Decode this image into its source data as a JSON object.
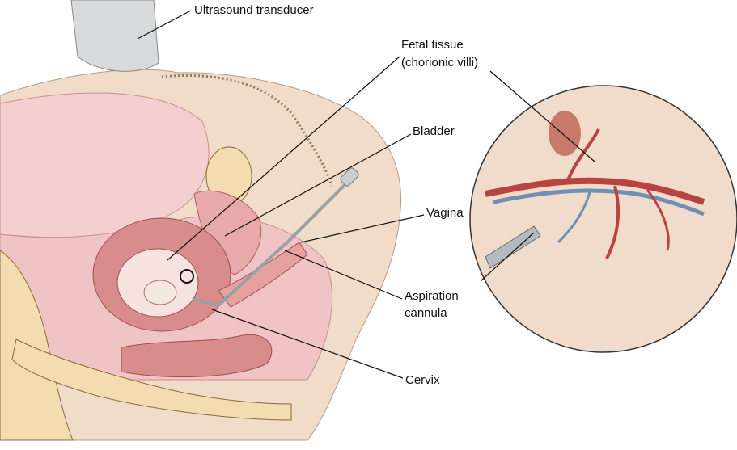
{
  "labels": {
    "ultrasound": "Ultrasound transducer",
    "fetal_tissue_1": "Fetal tissue",
    "fetal_tissue_2": "(chorionic villi)",
    "bladder": "Bladder",
    "vagina": "Vagina",
    "aspiration_1": "Aspiration",
    "aspiration_2": "cannula",
    "cervix": "Cervix"
  },
  "colors": {
    "skin": "#f0dcc8",
    "tissue_pink": "#f3cfcf",
    "uterus": "#d98c8c",
    "bone": "#f2dcb0",
    "vessel_red": "#b8433f",
    "vessel_blue": "#6f8fb5"
  }
}
